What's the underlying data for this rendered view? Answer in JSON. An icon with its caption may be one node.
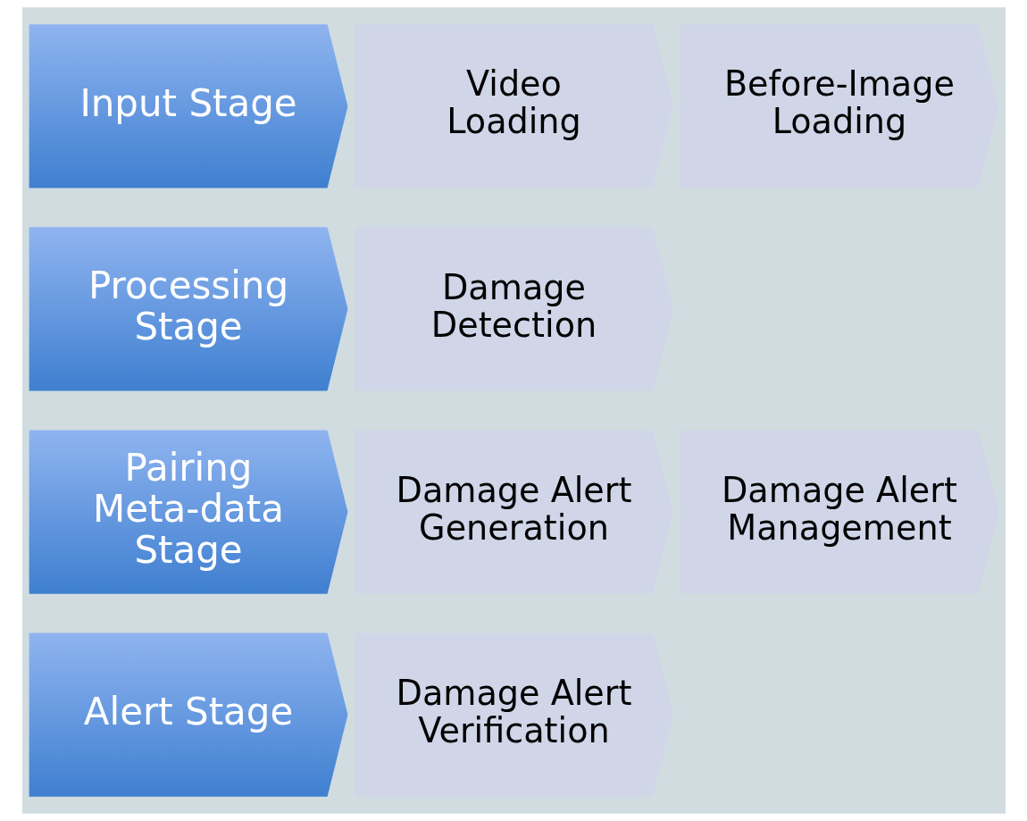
{
  "diagram": {
    "nodes": [
      {
        "text": [
          "Input Stage"
        ]
      },
      {
        "text": [
          "Video Loading"
        ]
      },
      {
        "text": [
          "Before-Image Loading"
        ]
      },
      {
        "text": [
          "Processing Stage"
        ]
      },
      {
        "text": [
          "Damage Detection"
        ]
      },
      {
        "text": [
          "Pairing Meta-data Stage"
        ]
      },
      {
        "text": [
          "Damage Alert Generation"
        ]
      },
      {
        "text": [
          "Damage Alert Management"
        ]
      },
      {
        "text": [
          "Alert Stage"
        ]
      },
      {
        "text": [
          "Damage Alert Verification"
        ]
      }
    ],
    "edges": []
  }
}
